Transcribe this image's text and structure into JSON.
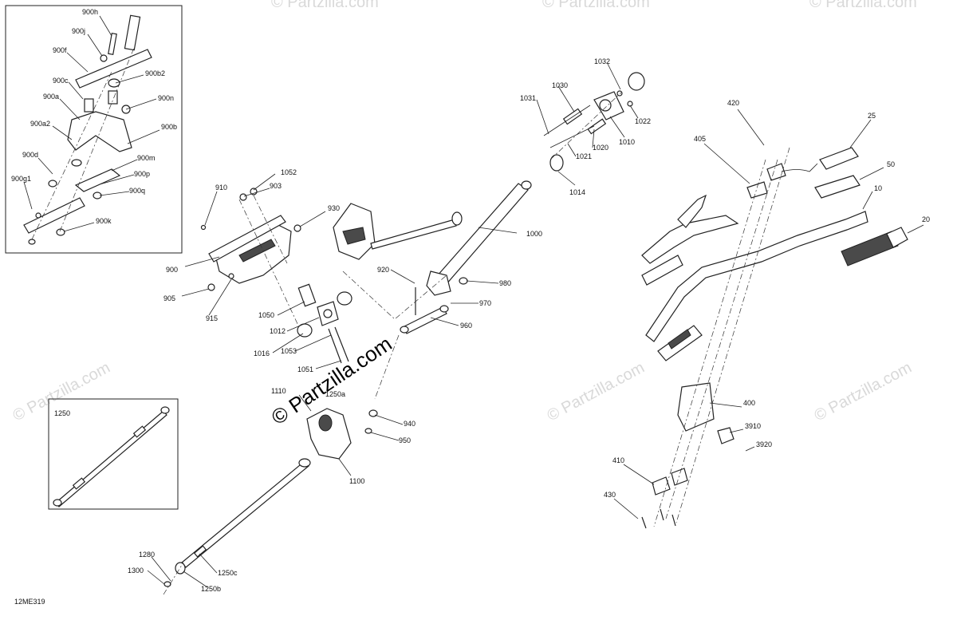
{
  "diagram_code": "12ME319",
  "watermark": {
    "main": "© Partzilla.com",
    "faint": "© Partzilla.com"
  },
  "inset_steering_column_label": "1250",
  "callouts": {
    "top_left_inset": [
      "900h",
      "900j",
      "900f",
      "900c",
      "900b2",
      "900a",
      "900n",
      "900a2",
      "900b",
      "900d",
      "900m",
      "900p",
      "900g1",
      "900q",
      "900k"
    ],
    "bracket": [
      "1052",
      "910",
      "903",
      "930",
      "900",
      "905",
      "915"
    ],
    "upper_column": [
      "1032",
      "1030",
      "1031",
      "1022",
      "1010",
      "1020",
      "1021",
      "1014",
      "1000"
    ],
    "center": [
      "920",
      "980",
      "970",
      "960",
      "1050",
      "1012",
      "1016",
      "1053",
      "1051"
    ],
    "lower": [
      "1110",
      "1250a",
      "940",
      "950",
      "1100",
      "1280",
      "1250c",
      "1300",
      "1250b"
    ],
    "handlebar": [
      "420",
      "25",
      "405",
      "50",
      "10",
      "20",
      "400",
      "3910",
      "3920",
      "410",
      "430"
    ]
  }
}
